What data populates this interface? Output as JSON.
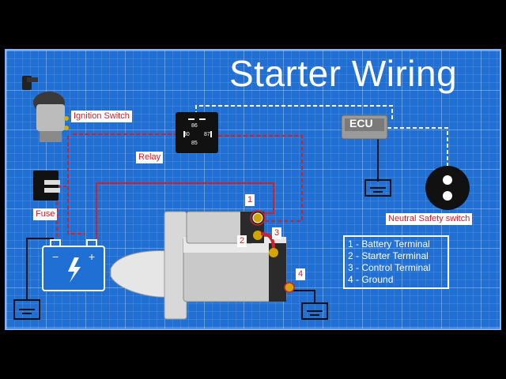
{
  "title": "Starter Wiring",
  "labels": {
    "ignition_switch": "Ignition Switch",
    "relay": "Relay",
    "fuse": "Fuse",
    "neutral_safety_switch": "Neutral Safety switch",
    "ecu": "ECU"
  },
  "relay_pins": [
    "86",
    "30",
    "87",
    "85"
  ],
  "terminal_numbers": [
    "1",
    "2",
    "3",
    "4"
  ],
  "legend": [
    "1 - Battery Terminal",
    "2 - Starter Terminal",
    "3 - Control Terminal",
    "4 - Ground"
  ],
  "colors": {
    "background": "#1f6fd4",
    "wire_positive": "#d0202a",
    "wire_control": "#ffffff",
    "wire_ground": "#111111"
  }
}
